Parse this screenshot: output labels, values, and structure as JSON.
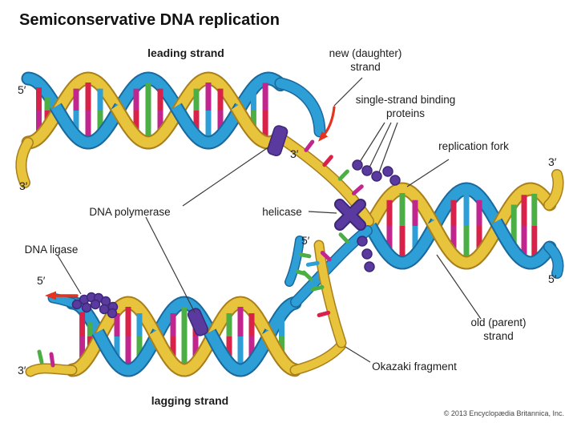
{
  "title": "Semiconservative DNA replication",
  "labels": {
    "leading_strand": "leading strand",
    "new_daughter_strand": "new (daughter) strand",
    "single_strand_binding_proteins": "single-strand binding proteins",
    "replication_fork": "replication fork",
    "dna_polymerase": "DNA polymerase",
    "helicase": "helicase",
    "dna_ligase": "DNA ligase",
    "old_parent_strand": "old (parent) strand",
    "okazaki_fragment": "Okazaki fragment",
    "lagging_strand": "lagging strand"
  },
  "primes": {
    "top_left_5": "5′",
    "left_3": "3′",
    "daughter_end_3": "3′",
    "right_top_3": "3′",
    "right_bottom_5": "5′",
    "ligase_5": "5′",
    "bottom_left_3": "3′",
    "okazaki_5": "5′"
  },
  "credit": "© 2013 Encyclopædia Britannica, Inc.",
  "colors": {
    "strand_blue": "#2E9FD6",
    "strand_blue_dark": "#19699E",
    "strand_yellow": "#E7C43B",
    "strand_yellow_dark": "#A97F1C",
    "base_red": "#D8224A",
    "base_green": "#4CAF46",
    "base_magenta": "#C0268E",
    "protein_purple": "#5A3A9E",
    "protein_purple_dark": "#3E2779",
    "arrow_red": "#E6321E",
    "callout_line": "#3A3A3A"
  }
}
